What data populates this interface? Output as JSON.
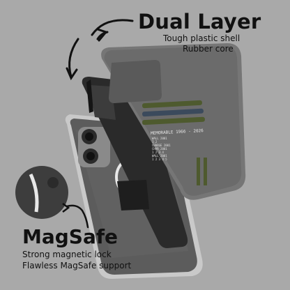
{
  "dual_layer": {
    "title": "Dual Layer",
    "line1": "Tough plastic shell",
    "line2": "Rubber core"
  },
  "magsafe": {
    "title": "MagSafe",
    "line1": "Strong magnetic lock",
    "line2": "Flawless MagSafe support"
  },
  "case_print": {
    "heading": "MEMORABLE 1966 - 2026",
    "left_lines": [
      "WALL 2001",
      "1 2",
      "CHARGE 2001",
      "CHAR 2001",
      "1 2 3 4",
      "WALL 2001",
      "1 2 3 4 5"
    ]
  },
  "colors": {
    "background": "#a9a9a9",
    "shell": "#6e6e6e",
    "core": "#2a2a2a",
    "text": "#111111",
    "stripe": "#4e5a2e"
  }
}
